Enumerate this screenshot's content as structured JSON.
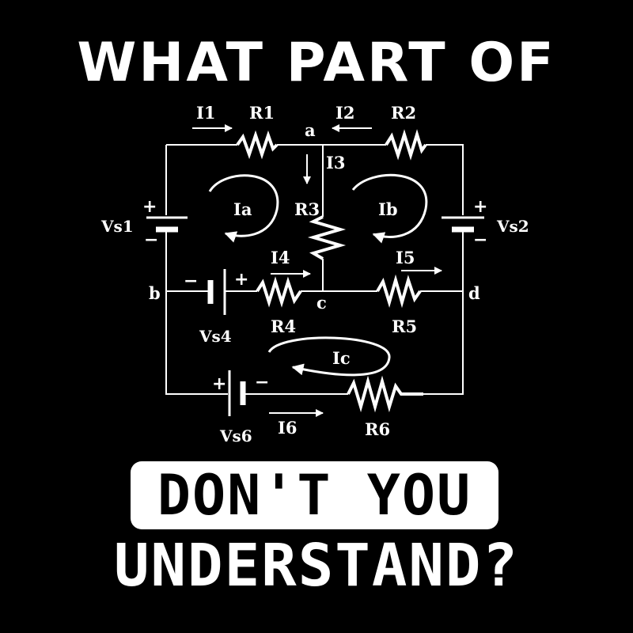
{
  "headline_top": "WHAT PART OF",
  "headline_pill": "DON'T YOU",
  "headline_bottom": "UNDERSTAND?",
  "circuit": {
    "currents": {
      "i1": "I1",
      "i2": "I2",
      "i3": "I3",
      "i4": "I4",
      "i5": "I5",
      "i6": "I6"
    },
    "resistors": {
      "r1": "R1",
      "r2": "R2",
      "r3": "R3",
      "r4": "R4",
      "r5": "R5",
      "r6": "R6"
    },
    "sources": {
      "vs1": "Vs1",
      "vs2": "Vs2",
      "vs4": "Vs4",
      "vs6": "Vs6"
    },
    "loops": {
      "ia": "Ia",
      "ib": "Ib",
      "ic": "Ic"
    },
    "nodes": {
      "a": "a",
      "b": "b",
      "c": "c",
      "d": "d"
    },
    "signs": {
      "plus": "+",
      "minus": "−"
    }
  },
  "colors": {
    "background": "#000000",
    "foreground": "#ffffff"
  }
}
